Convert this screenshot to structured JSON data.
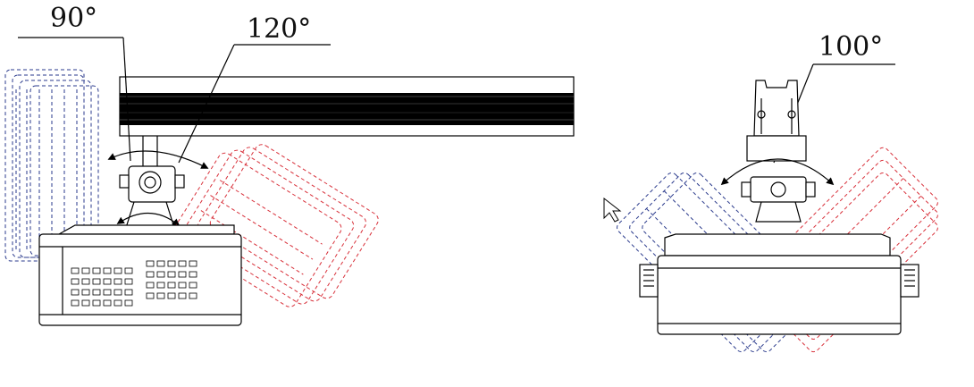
{
  "angles": {
    "left_tilt": "90°",
    "left_swing": "120°",
    "right_rotate": "100°"
  },
  "colors": {
    "line": "#000000",
    "dashed_blue": "#2a3a8c",
    "dashed_red": "#d8303a",
    "background": "#ffffff"
  }
}
